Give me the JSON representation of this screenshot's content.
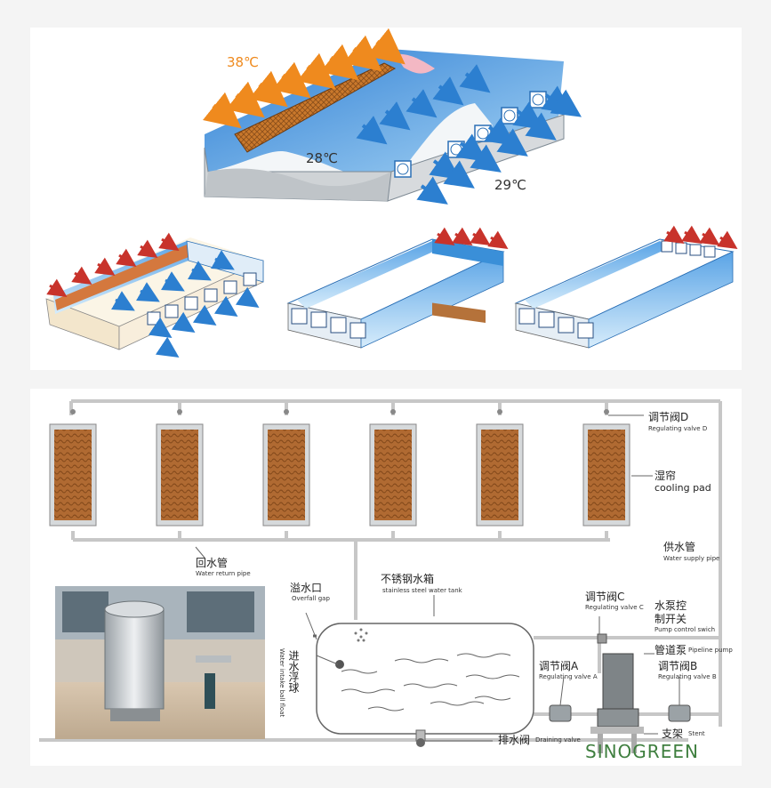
{
  "temperatures": {
    "outside": "38℃",
    "inside": "28℃",
    "exhaust": "29℃"
  },
  "labels": {
    "valve_d": {
      "zh": "调节阀D",
      "en": "Regulating valve D"
    },
    "cooling_pad": {
      "zh": "湿帘",
      "en": "cooling pad"
    },
    "supply_pipe": {
      "zh": "供水管",
      "en": "Water supply pipe"
    },
    "return_pipe": {
      "zh": "回水管",
      "en": "Water return pipe"
    },
    "overfall": {
      "zh": "溢水口",
      "en": "Overfall gap"
    },
    "tank": {
      "zh": "不锈钢水箱",
      "en": "stainless steel water tank"
    },
    "valve_c": {
      "zh": "调节阀C",
      "en": "Regulating valve C"
    },
    "pump_switch": {
      "zh1": "水泵控",
      "zh2": "制开关",
      "en": "Pump control swich"
    },
    "pipeline_pump": {
      "zh": "管道泵",
      "en": "Pipeline pump"
    },
    "valve_a": {
      "zh": "调节阀A",
      "en": "Regulating valve A"
    },
    "valve_b": {
      "zh": "调节阀B",
      "en": "Regulating valve B"
    },
    "ball_float": {
      "zh": "进水浮球",
      "en": "Water intake ball float"
    },
    "drain": {
      "zh": "排水阀",
      "en": "Draining valve"
    },
    "stent": {
      "zh": "支架",
      "en": "Stent"
    }
  },
  "brand": "SINOGREEN",
  "colors": {
    "pad": "#b5723a",
    "pipe": "#c7c7c7",
    "arrow_hot": "#ef8a1e",
    "arrow_cool": "#2c7fd0",
    "house_blue": "#3a8fd8",
    "brand_green": "#3f7f3f"
  }
}
